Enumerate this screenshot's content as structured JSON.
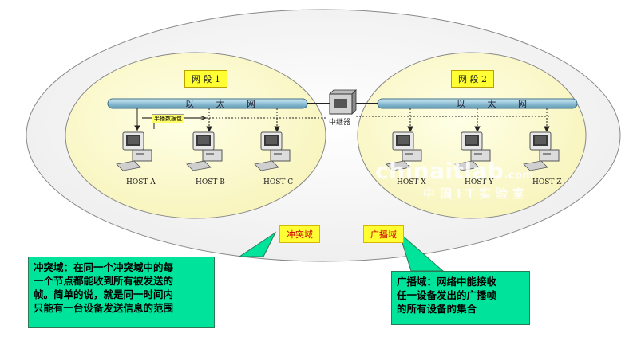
{
  "segments": {
    "segment1": "网 段 1",
    "segment2": "网 段 2"
  },
  "bus": {
    "ethernet_left": "以 太 网",
    "ethernet_right": "以 太 网"
  },
  "repeater": {
    "label": "中继器"
  },
  "half_duplex_tag": "半播数据包",
  "hosts": [
    "HOST A",
    "HOST B",
    "HOST C",
    "HOST X",
    "HOST Y",
    "HOST Z"
  ],
  "domains": {
    "collision": "冲突域",
    "broadcast": "广播域"
  },
  "callouts": {
    "collision": [
      "冲突域：在同一个冲突域中的每",
      "一个节点都能收到所有被发送的",
      "帧。简单的说，就是同一时间内",
      "只能有一台设备发送信息的范围"
    ],
    "broadcast": [
      "广播域：网络中能接收",
      "任一设备发出的广播帧",
      "的所有设备的集合"
    ]
  },
  "watermark": {
    "brand": "chinaitlab",
    "domain_suffix": ".com",
    "subtitle": "中国IT实验室"
  },
  "colors": {
    "segment_fill": "#ffffcc",
    "outer_fill": "#f4f4f4",
    "bus": "#86b8d0",
    "callout": "#00e39a",
    "label": "#ffff33"
  }
}
